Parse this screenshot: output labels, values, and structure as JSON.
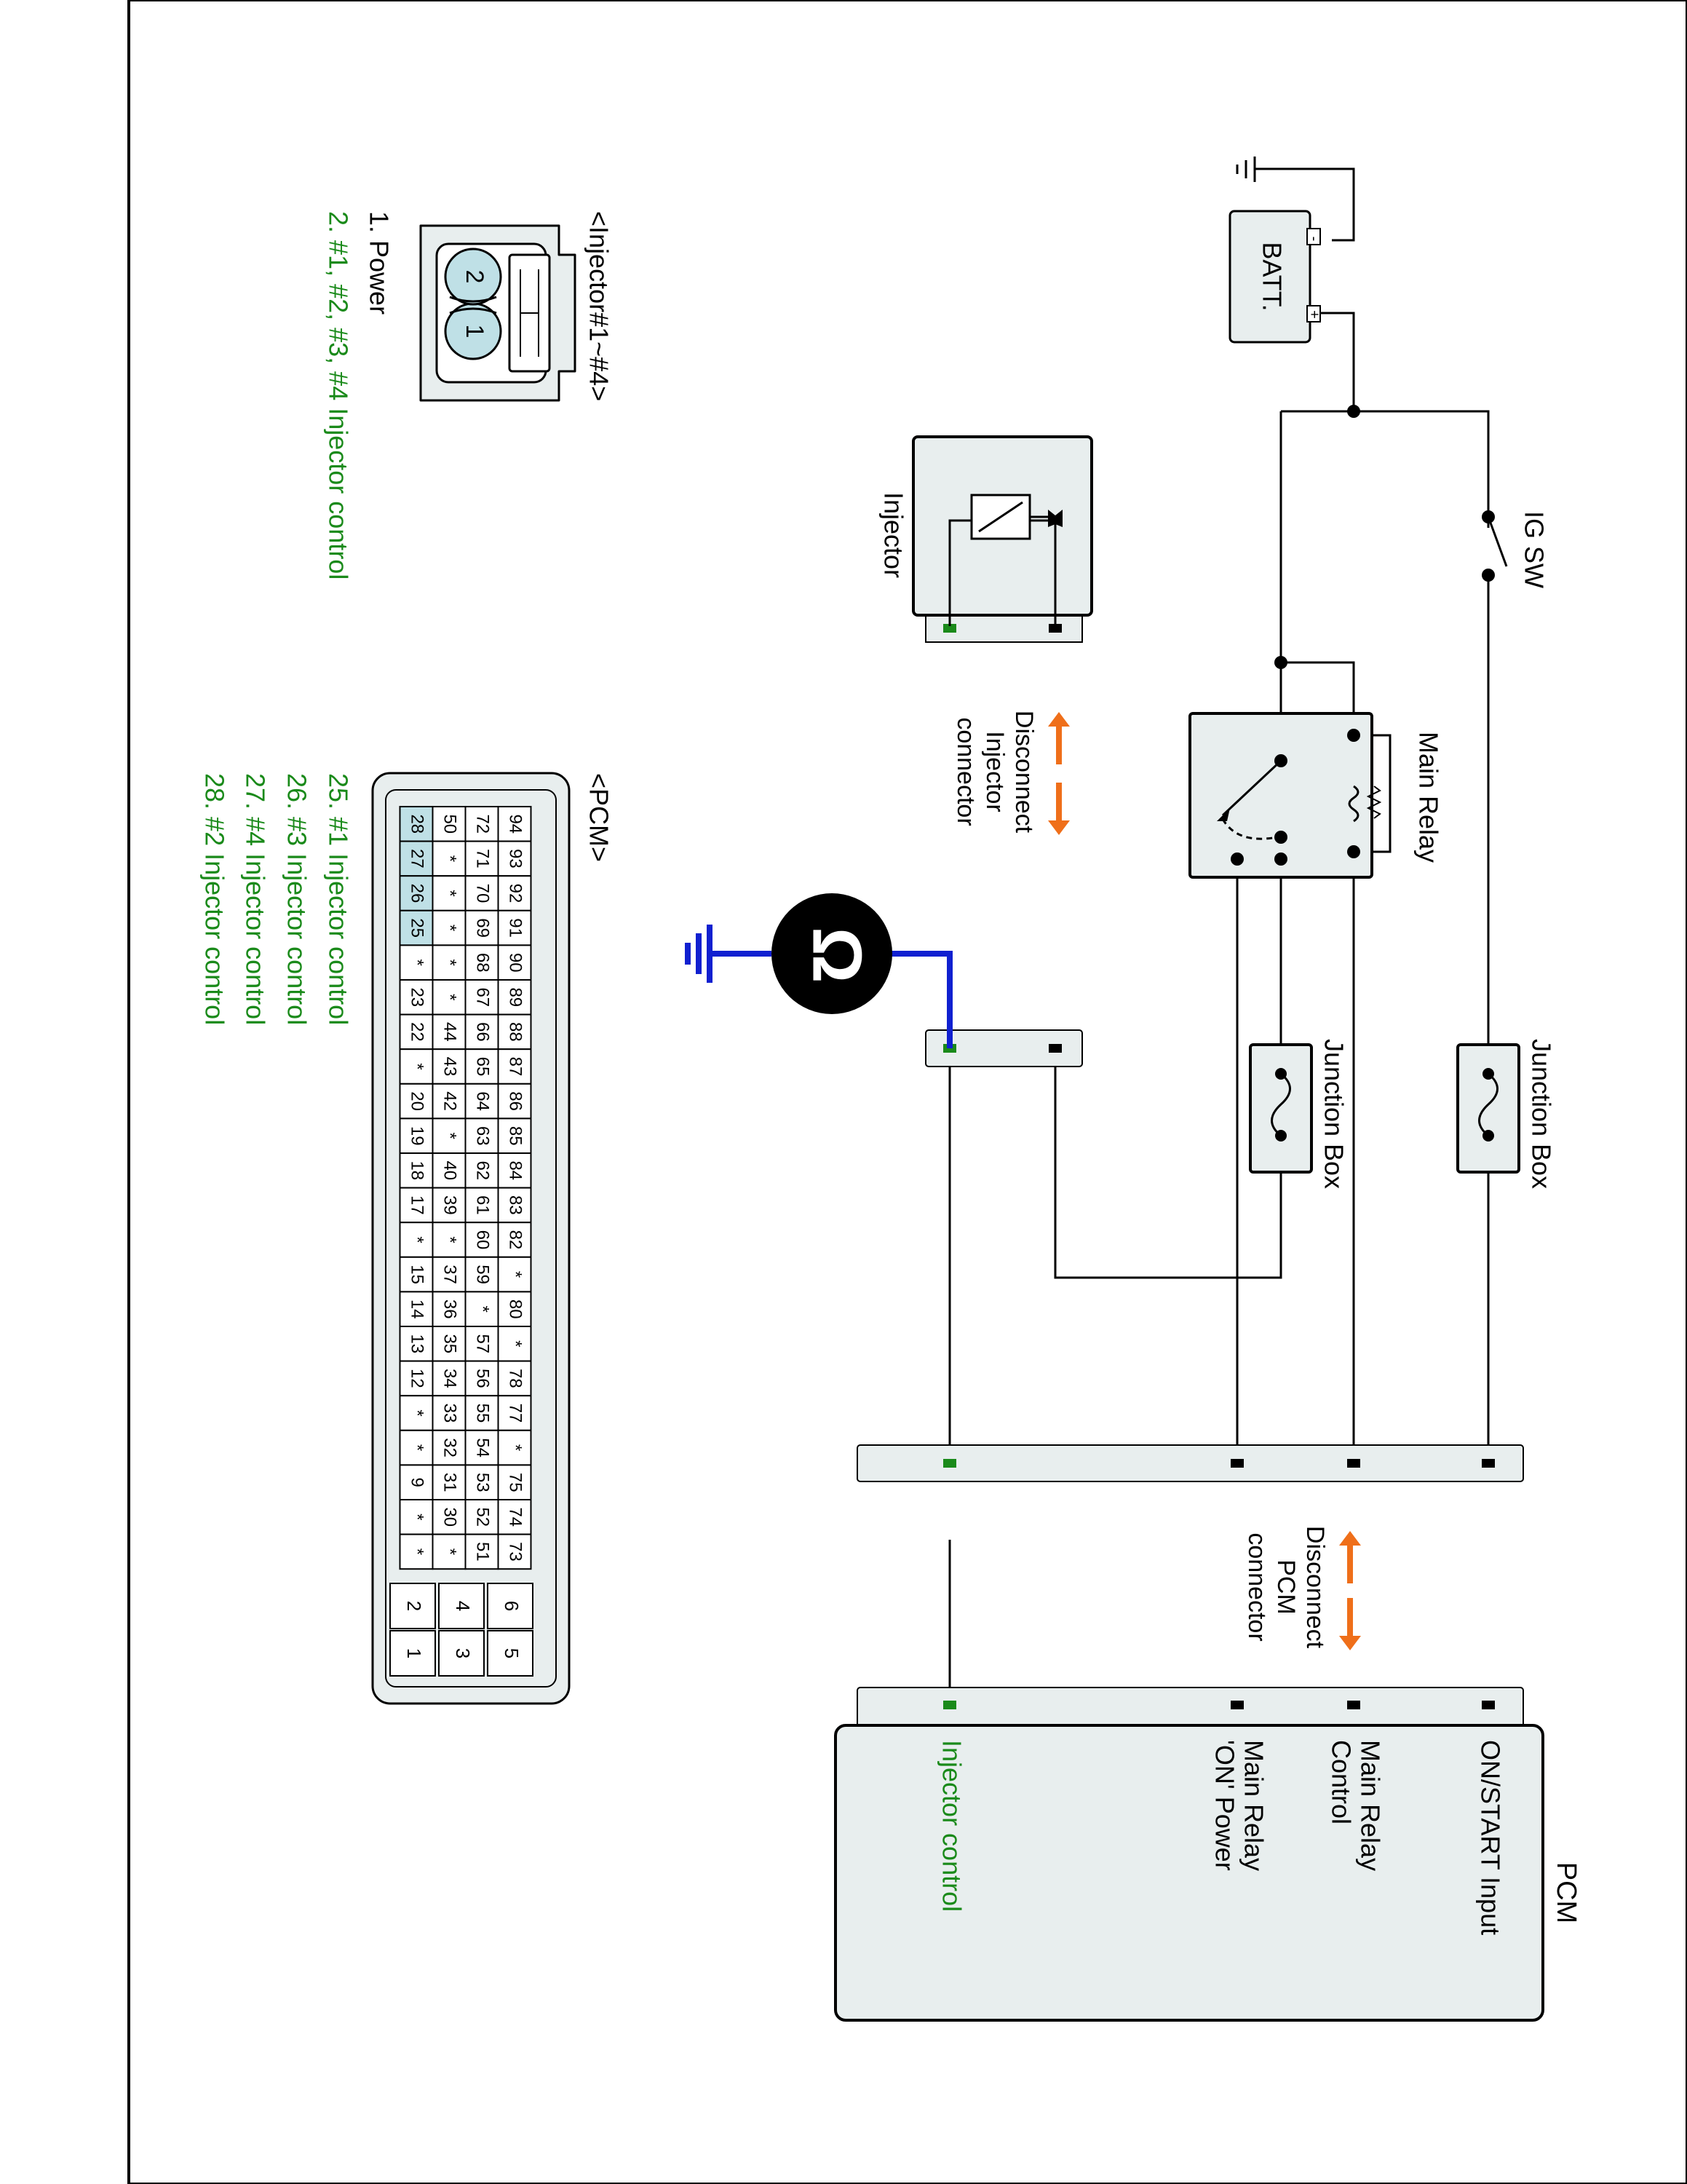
{
  "diagram": {
    "battery": {
      "label": "BATT.",
      "neg": "-",
      "pos": "+"
    },
    "ig_switch": {
      "label": "IG SW"
    },
    "main_relay": {
      "label": "Main Relay"
    },
    "junction_box_1": {
      "label": "Junction Box"
    },
    "junction_box_2": {
      "label": "Junction Box"
    },
    "injector": {
      "label": "Injector"
    },
    "disconnect_injector": {
      "line1": "Disconnect",
      "line2": "Injector",
      "line3": "connector"
    },
    "disconnect_pcm": {
      "line1": "Disconnect",
      "line2": "PCM",
      "line3": "connector"
    },
    "pcm": {
      "title": "PCM",
      "on_start_input": "ON/START Input",
      "main_relay_control_1": "Main Relay",
      "main_relay_control_2": "Control",
      "main_relay_on_power_1": "Main Relay",
      "main_relay_on_power_2": "'ON' Power",
      "injector_control": "Injector control"
    },
    "meter_symbol": "Ω"
  },
  "injector_connector": {
    "title": "<Injector#1~#4>",
    "pins": [
      "1",
      "2"
    ],
    "legend_1": "1. Power",
    "legend_2": "2. #1, #2, #3, #4 Injector control"
  },
  "pcm_connector": {
    "title": "<PCM>",
    "rows": [
      [
        "94",
        "93",
        "92",
        "91",
        "90",
        "89",
        "88",
        "87",
        "86",
        "85",
        "84",
        "83",
        "82",
        "*",
        "80",
        "*",
        "78",
        "77",
        "*",
        "75",
        "74",
        "73"
      ],
      [
        "72",
        "71",
        "70",
        "69",
        "68",
        "67",
        "66",
        "65",
        "64",
        "63",
        "62",
        "61",
        "60",
        "59",
        "*",
        "57",
        "56",
        "55",
        "54",
        "53",
        "52",
        "51"
      ],
      [
        "50",
        "*",
        "*",
        "*",
        "*",
        "*",
        "44",
        "43",
        "42",
        "*",
        "40",
        "39",
        "*",
        "37",
        "36",
        "35",
        "34",
        "33",
        "32",
        "31",
        "30",
        "*"
      ],
      [
        "28",
        "27",
        "26",
        "25",
        "*",
        "23",
        "22",
        "*",
        "20",
        "19",
        "18",
        "17",
        "*",
        "15",
        "14",
        "13",
        "12",
        "*",
        "*",
        "9",
        "*",
        "*"
      ]
    ],
    "power_pins": [
      [
        "6",
        "5"
      ],
      [
        "4",
        "3"
      ],
      [
        "2",
        "1"
      ]
    ],
    "notes": [
      "25. #1 Injector control",
      "26. #3 Injector control",
      "27. #4 Injector control",
      "28. #2 Injector control"
    ]
  },
  "colors": {
    "highlight_green": "#1a8a1a",
    "arrow_orange": "#ef6f1a",
    "ground_blue": "#1020d0",
    "pin_fill": "#bfe0e6",
    "box_fill": "#e8eeee"
  }
}
